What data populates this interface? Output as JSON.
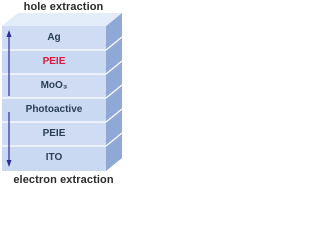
{
  "captions": {
    "top": "hole extraction",
    "bottom": "electron extraction"
  },
  "layers": [
    {
      "label": "Ag",
      "color": "#2a3f55"
    },
    {
      "label": "PEIE",
      "color": "#e0173a"
    },
    {
      "label": "MoO₃",
      "color": "#2a3f55"
    },
    {
      "label": "Photoactive",
      "color": "#2a3f55"
    },
    {
      "label": "PEIE",
      "color": "#2a3f55"
    },
    {
      "label": "ITO",
      "color": "#2a3f55"
    }
  ],
  "colors": {
    "front_face": "#c9d9f2",
    "side_face": "#8fa9d6",
    "top_face": "#e3ecf9",
    "divider": "#ffffff",
    "arrow": "#2d2d8f"
  }
}
